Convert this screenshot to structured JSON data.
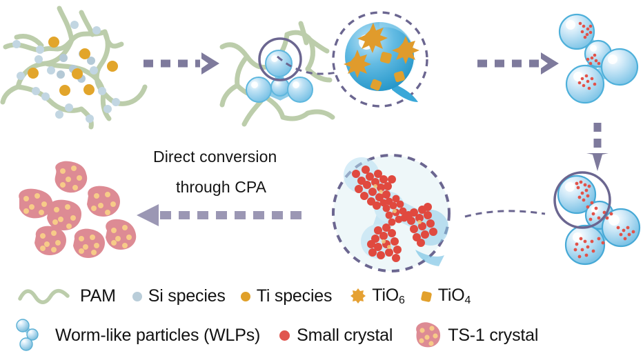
{
  "figure": {
    "type": "mechanism-schematic",
    "title_visible": false,
    "background_color": "#ffffff"
  },
  "annotations": {
    "conversion_line1": "Direct conversion",
    "conversion_line2": "through CPA"
  },
  "colors": {
    "pam_green": "#bccdab",
    "si_species_blue": "#b9cdd9",
    "ti_species_orange": "#e0a029",
    "tio6_orange": "#e5a133",
    "tio4_orange": "#e2a02b",
    "wlp_blue": "#a9d4ec",
    "wlp_blue_dark": "#3aa8d8",
    "small_crystal_red": "#e0554f",
    "ts1_pink": "#dd8b94",
    "ts1_star_yellow": "#f6c983",
    "arrow_purple": "#7e7a9c",
    "circle_purple": "#6b6690",
    "inset_fill": "#eef6f8"
  },
  "stages": [
    {
      "id": "stage-1",
      "name": "pam-network-with-precursors",
      "description": "PAM polymer network with dispersed Si species and Ti species",
      "contains": [
        "PAM",
        "Si species",
        "Ti species"
      ]
    },
    {
      "id": "stage-2",
      "name": "wlp-forming-in-network",
      "description": "Worm-like particles nucleating inside the PAM network",
      "contains": [
        "PAM",
        "Worm-like particles (WLPs)"
      ]
    },
    {
      "id": "stage-2-inset",
      "name": "wlp-zoom-inset",
      "description": "Magnified WLP sphere containing TiO6 and TiO4 units",
      "contains": [
        "TiO6",
        "TiO4"
      ]
    },
    {
      "id": "stage-3",
      "name": "free-wlps",
      "description": "Released worm-like particles with first small crystals",
      "contains": [
        "Worm-like particles (WLPs)",
        "Small crystal"
      ]
    },
    {
      "id": "stage-4",
      "name": "wlps-with-crystals",
      "description": "Worm-like particles decorated with many small crystals",
      "contains": [
        "Worm-like particles (WLPs)",
        "Small crystal"
      ]
    },
    {
      "id": "stage-4-inset",
      "name": "crystal-growth-zoom-inset",
      "description": "Magnified view of small crystal clusters aggregating on WLP surface",
      "contains": [
        "Small crystal"
      ]
    },
    {
      "id": "stage-5",
      "name": "ts1-crystals",
      "description": "Final TS-1 crystals produced by direct conversion through CPA",
      "contains": [
        "TS-1 crystal"
      ]
    }
  ],
  "arrows": [
    {
      "name": "arrow-stage1-to-stage2",
      "direction": "right",
      "style": "dashed"
    },
    {
      "name": "arrow-stage2-to-stage3",
      "direction": "right",
      "style": "dashed"
    },
    {
      "name": "arrow-stage3-to-stage4",
      "direction": "down",
      "style": "dashed"
    },
    {
      "name": "arrow-stage4-to-stage5",
      "direction": "left",
      "style": "dashed",
      "label": "Direct conversion through CPA"
    }
  ],
  "legend": {
    "row1": [
      {
        "icon": "wavy-line-icon",
        "label": "PAM",
        "color": "#bccdab"
      },
      {
        "icon": "small-circle-icon",
        "label": "Si species",
        "color": "#b9cdd9"
      },
      {
        "icon": "small-circle-icon",
        "label": "Ti species",
        "color": "#e0a029"
      },
      {
        "icon": "star-burst-icon",
        "label": "TiO",
        "sub": "6",
        "color": "#e5a133"
      },
      {
        "icon": "small-square-icon",
        "label": "TiO",
        "sub": "4",
        "color": "#e2a02b"
      }
    ],
    "row2": [
      {
        "icon": "sphere-cluster-icon",
        "label": "Worm-like particles (WLPs)",
        "color": "#a9d4ec"
      },
      {
        "icon": "small-circle-icon",
        "label": "Small crystal",
        "color": "#e0554f"
      },
      {
        "icon": "speckled-blob-icon",
        "label": "TS-1 crystal",
        "color": "#dd8b94"
      }
    ]
  }
}
